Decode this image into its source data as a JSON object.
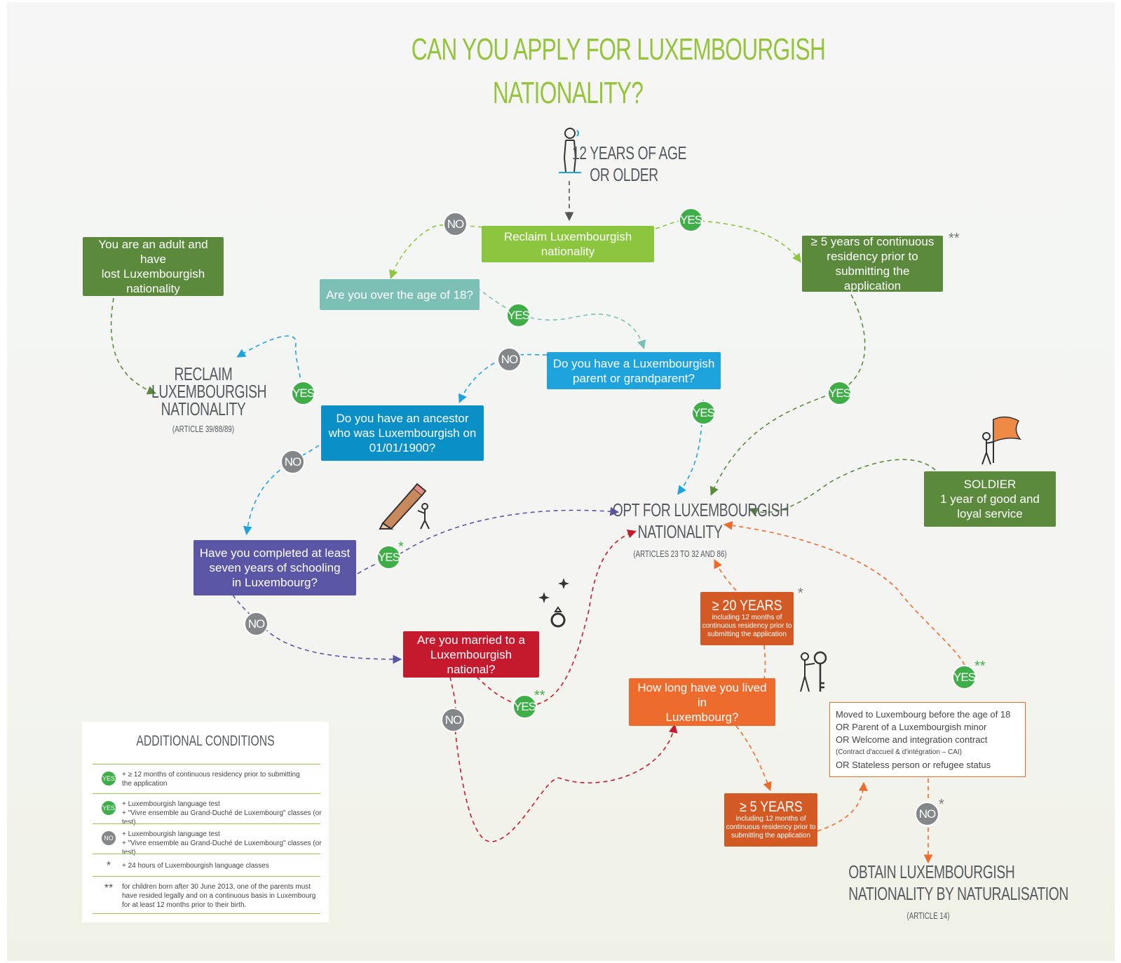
{
  "title": {
    "line1": "CAN YOU APPLY FOR LUXEMBOURGISH",
    "line2": "NATIONALITY?"
  },
  "start": {
    "line1": "12 YEARS OF AGE",
    "line2": "OR OLDER"
  },
  "labels": {
    "yes": "YES",
    "no": "NO"
  },
  "marks": {
    "single": "*",
    "double": "**"
  },
  "nodes": {
    "reclaim_box": {
      "line1": "Reclaim Luxembourgish",
      "line2": "nationality"
    },
    "adult_lost": {
      "line1": "You are an adult and have",
      "line2": "lost Luxembourgish",
      "line3": "nationality"
    },
    "over_18": "Are you over the age of 18?",
    "residency5": {
      "line1": "≥ 5 years of continuous",
      "line2": "residency prior to",
      "line3": "submitting the application"
    },
    "parent": {
      "line1": "Do you have a Luxembourgish",
      "line2": "parent or grandparent?"
    },
    "ancestor": {
      "line1": "Do you have an ancestor",
      "line2": "who was Luxembourgish on",
      "line3": "01/01/1900?"
    },
    "schooling": {
      "line1": "Have you completed at least",
      "line2": "seven years of schooling",
      "line3": "in Luxembourg?"
    },
    "married": {
      "line1": "Are you married to a",
      "line2": "Luxembourgish national?"
    },
    "soldier": {
      "line1": "SOLDIER",
      "line2": "1 year of good and",
      "line3": "loyal service"
    },
    "years20": {
      "head": "≥ 20 YEARS",
      "line1": "including 12 months of",
      "line2": "continuous residency prior to",
      "line3": "submitting the application"
    },
    "howlong": {
      "line1": "How long have you lived in",
      "line2": "Luxembourg?"
    },
    "years5": {
      "head": "≥ 5 YEARS",
      "line1": "including 12 months of",
      "line2": "continuous residency prior to",
      "line3": "submitting the application"
    },
    "criteria": {
      "line1": "Moved to Luxembourg before the age of 18",
      "line2": "OR Parent of a Luxembourgish minor",
      "line3": "OR Welcome and integration contract",
      "line4": "(Contract d'accueil & d'intégration – CAI)",
      "line5": "OR Stateless person or refugee status"
    }
  },
  "headings": {
    "reclaim": {
      "line1": "RECLAIM",
      "line2": "LUXEMBOURGISH",
      "line3": "NATIONALITY",
      "article": "(ARTICLE 39/88/89)"
    },
    "opt": {
      "line1": "OPT FOR LUXEMBOURGISH",
      "line2": "NATIONALITY",
      "article": "(ARTICLES 23 TO 32 AND 86)"
    },
    "naturalisation": {
      "line1": "OBTAIN LUXEMBOURGISH",
      "line2": "NATIONALITY BY NATURALISATION",
      "article": "(ARTICLE 14)"
    }
  },
  "legend": {
    "title": "ADDITIONAL CONDITIONS",
    "rows": [
      {
        "line1": "+ ≥ 12 months of continuous residency prior to submitting",
        "line2": "the application"
      },
      {
        "line1": "+ Luxembourgish language test",
        "line2": "+ \"Vivre ensemble au Grand-Duché de Luxembourg\" classes (or test)"
      },
      {
        "line1": "+ Luxembourgish language test",
        "line2": "+ \"Vivre ensemble au Grand-Duché de Luxembourg\" classes (or test)"
      },
      {
        "line1": "+ 24 hours of Luxembourgish language classes"
      },
      {
        "line1": "for children born after 30 June 2013, one of the parents must",
        "line2": "have resided legally and on a continuous basis in Luxembourg",
        "line3": "for at least 12 months prior to their birth."
      }
    ]
  },
  "colors": {
    "title": "#95c43c",
    "light_green": "#8cc63f",
    "dark_green": "#5b8a3c",
    "teal": "#7cc0b5",
    "blue": "#1fa3dc",
    "deep_blue": "#0a8fc7",
    "purple": "#5b55a6",
    "red": "#c5192d",
    "orange": "#ee6b2e",
    "dark_orange": "#d45a25",
    "yes_badge": "#3fae49",
    "no_badge": "#838789"
  },
  "icons": [
    "person-icon",
    "pencil-icon",
    "ring-icon",
    "key-person-icon",
    "soldier-flag-icon"
  ]
}
